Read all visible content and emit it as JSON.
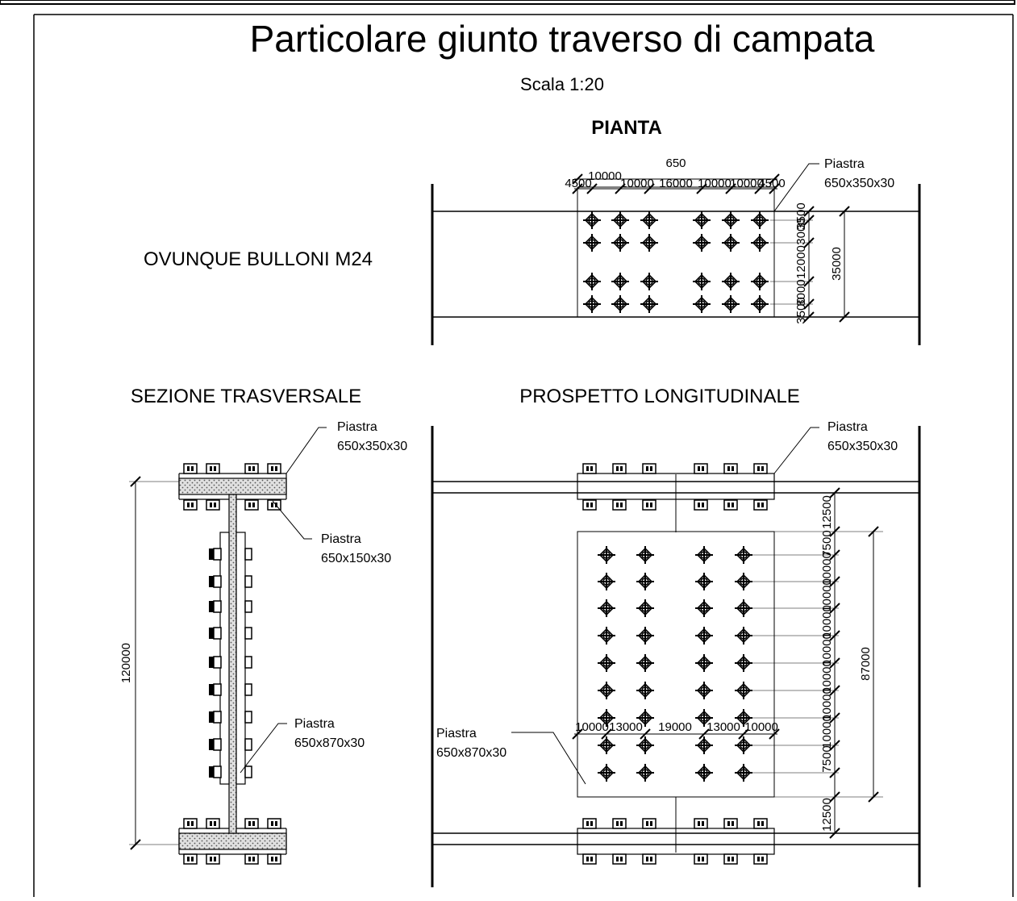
{
  "drawing": {
    "title": "Particolare giunto traverso di campata",
    "scale": "Scala 1:20",
    "note": "OVUNQUE BULLONI M24"
  },
  "views": {
    "plan": {
      "title": "PIANTA",
      "plate_label_1": "Piastra",
      "plate_label_2": "650x350x30",
      "dim_total": "650",
      "dim_row": [
        "4500",
        "10000",
        "10000",
        "16000",
        "10000",
        "10000",
        "4500"
      ],
      "dim_right": [
        "3500",
        "3000",
        "12000",
        "3000",
        "3500"
      ],
      "dim_overall": "35000"
    },
    "section": {
      "title": "SEZIONE TRASVERSALE",
      "top_plate_1": "Piastra",
      "top_plate_2": "650x350x30",
      "flange_plate_1": "Piastra",
      "flange_plate_2": "650x150x30",
      "web_plate_1": "Piastra",
      "web_plate_2": "650x870x30",
      "dim_height": "120000"
    },
    "elevation": {
      "title": "PROSPETTO LONGITUDINALE",
      "top_plate_1": "Piastra",
      "top_plate_2": "650x350x30",
      "web_plate_1": "Piastra",
      "web_plate_2": "650x870x30",
      "dim_row": [
        "10000",
        "13000",
        "19000",
        "13000",
        "10000"
      ],
      "dim_right": [
        "12500",
        "7500",
        "10000",
        "10000",
        "10000",
        "10000",
        "10000",
        "10000",
        "10000",
        "7500",
        "12500"
      ],
      "dim_overall": "87000"
    }
  }
}
